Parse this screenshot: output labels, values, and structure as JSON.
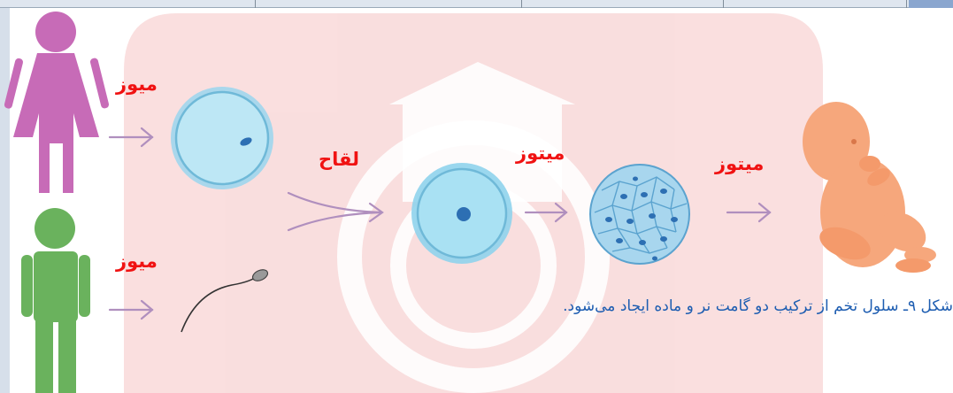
{
  "labels": {
    "meiosis_female": "میوز",
    "meiosis_male": "میوز",
    "fertilization": "لقاح",
    "mitosis_1": "میتوز",
    "mitosis_2": "میتوز"
  },
  "caption": "شکل ۹ـ سلول تخم از ترکیب دو گامت نر و ماده ایجاد می‌شود.",
  "colors": {
    "female": "#c76bb7",
    "male": "#6ab25d",
    "cell": "#8fd3ec",
    "nucleus": "#2d6fb3",
    "arrow": "#b08fbe",
    "label": "#f01212",
    "caption": "#1d5db1",
    "fetus": "#f6a77c",
    "watermark": "#f6c9c9"
  },
  "icons": [
    "female-figure-icon",
    "male-figure-icon",
    "egg-cell-icon",
    "sperm-cell-icon",
    "zygote-icon",
    "morula-icon",
    "fetus-icon"
  ]
}
